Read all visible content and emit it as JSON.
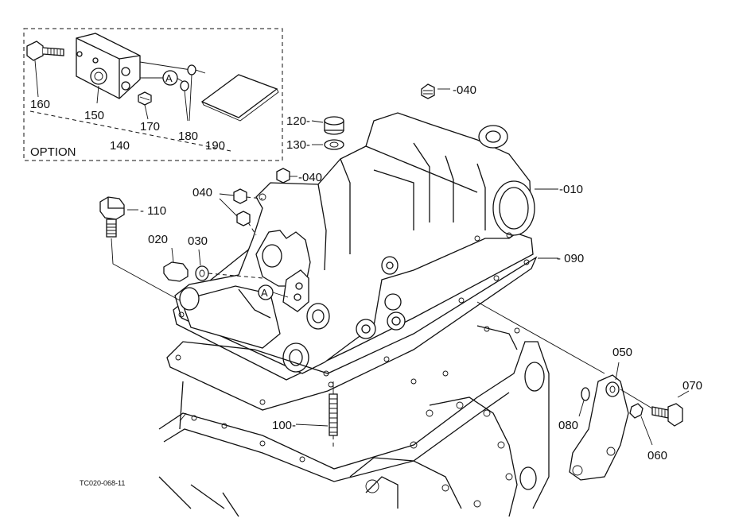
{
  "diagram": {
    "code": "TC020-068-11",
    "option_label": "OPTION",
    "callout_letter": "A",
    "parts": {
      "p010": "-010",
      "p020": "020",
      "p030": "030",
      "p040a": "-040",
      "p040b": "-040",
      "p040c": "040",
      "p050": "050",
      "p060": "060",
      "p070": "070",
      "p080": "080",
      "p090": "- 090",
      "p100": "100-",
      "p110": "- 110",
      "p120": "120-",
      "p130": "130-",
      "p140": "140",
      "p150": "150",
      "p160": "160",
      "p170": "170",
      "p180": "180",
      "p190": "190"
    }
  }
}
